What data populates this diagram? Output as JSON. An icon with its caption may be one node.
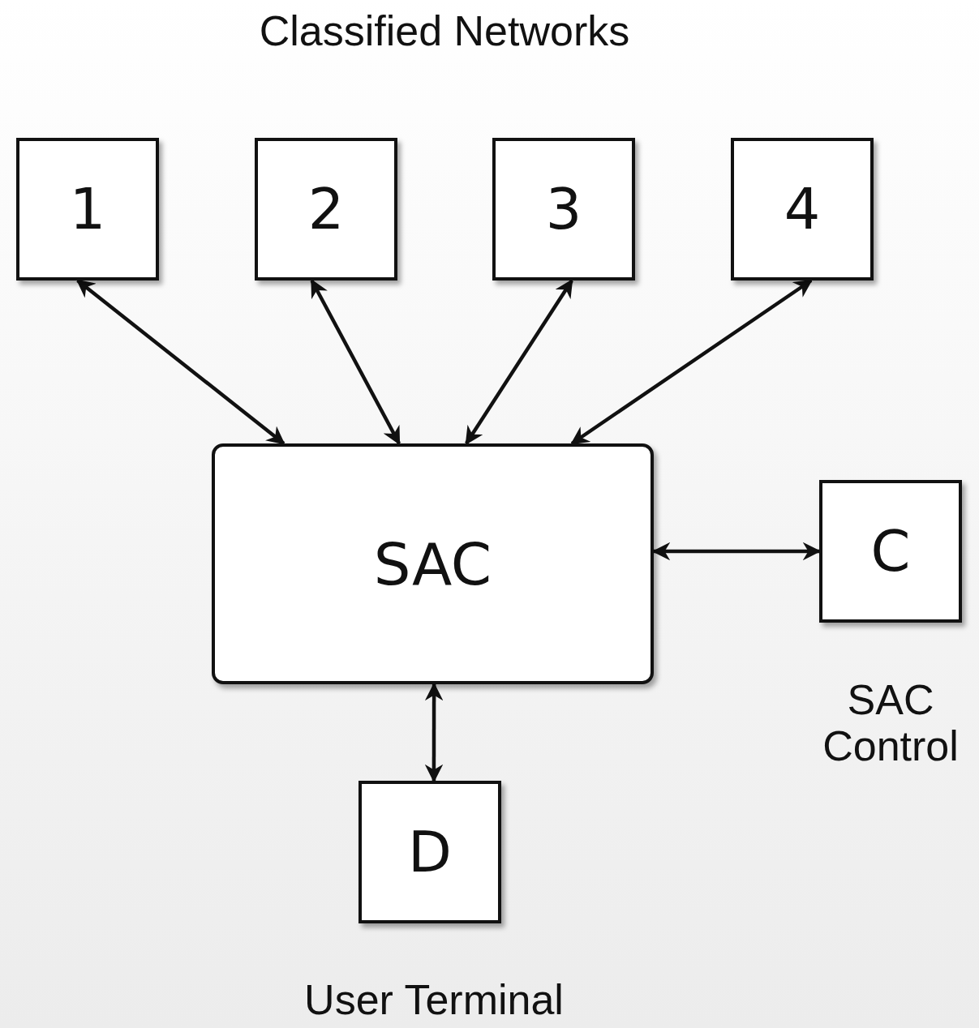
{
  "diagram": {
    "title": "Classified Networks",
    "nodes": [
      {
        "text": [
          "1"
        ]
      },
      {
        "text": [
          "2"
        ]
      },
      {
        "text": [
          "3"
        ]
      },
      {
        "text": [
          "4"
        ]
      },
      {
        "text": [
          "SAC"
        ]
      },
      {
        "text": [
          "C"
        ],
        "beside": [
          "SAC Control"
        ]
      },
      {
        "text": [
          "D"
        ],
        "beside": [
          "User Terminal"
        ]
      }
    ],
    "edges": [
      {
        "from": 0,
        "to": 4,
        "arrow": "both"
      },
      {
        "from": 1,
        "to": 4,
        "arrow": "both"
      },
      {
        "from": 2,
        "to": 4,
        "arrow": "both"
      },
      {
        "from": 3,
        "to": 4,
        "arrow": "both"
      },
      {
        "from": 4,
        "to": 5,
        "arrow": "both"
      },
      {
        "from": 4,
        "to": 6,
        "arrow": "both"
      }
    ]
  }
}
